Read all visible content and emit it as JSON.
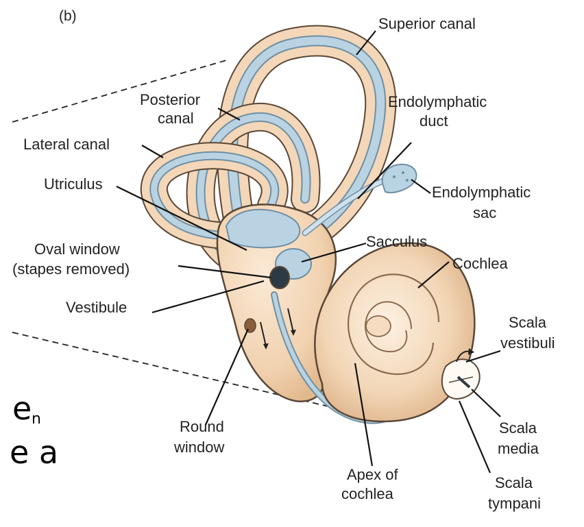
{
  "panel_label": "(b)",
  "labels": {
    "superior_canal": "Superior canal",
    "posterior_canal_l1": "Posterior",
    "posterior_canal_l2": "canal",
    "endolymphatic_duct_l1": "Endolymphatic",
    "endolymphatic_duct_l2": "duct",
    "lateral_canal": "Lateral canal",
    "utriculus": "Utriculus",
    "endolymphatic_sac_l1": "Endolymphatic",
    "endolymphatic_sac_l2": "sac",
    "oval_window_l1": "Oval window",
    "oval_window_l2": "(stapes removed)",
    "sacculus": "Sacculus",
    "cochlea": "Cochlea",
    "vestibule": "Vestibule",
    "scala_vestibuli_l1": "Scala",
    "scala_vestibuli_l2": "vestibuli",
    "round_window_l1": "Round",
    "round_window_l2": "window",
    "scala_media_l1": "Scala",
    "scala_media_l2": "media",
    "apex_l1": "Apex of",
    "apex_l2": "cochlea",
    "scala_tympani_l1": "Scala",
    "scala_tympani_l2": "tympani"
  },
  "edge_fragments": {
    "line1": "e",
    "line1_sub": "n",
    "line2": "e a"
  },
  "colors": {
    "labyrinth_fill": "#f3d7b8",
    "labyrinth_stroke": "#5a4636",
    "membrane_fill": "#b9d3e2",
    "membrane_stroke": "#6f8fa3"
  }
}
